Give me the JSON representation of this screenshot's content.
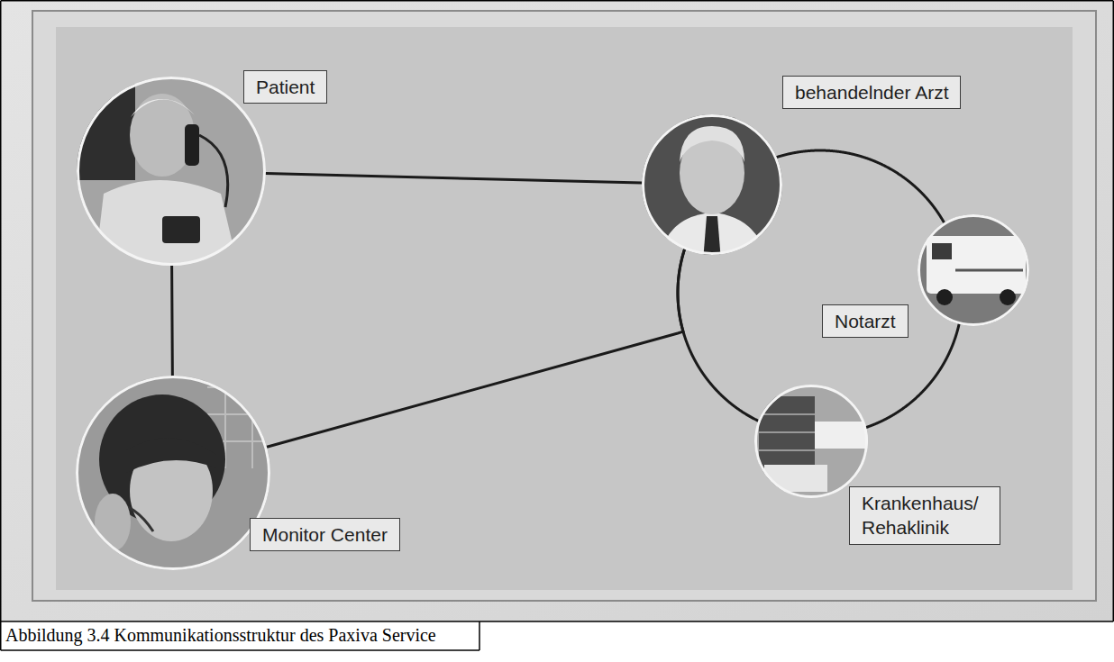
{
  "diagram": {
    "caption": "Abbildung 3.4 Kommunikationsstruktur des Paxiva Service",
    "nodes": [
      {
        "text": [
          "Patient"
        ]
      },
      {
        "text": [
          "behandelnder Arzt"
        ]
      },
      {
        "text": [
          "Notarzt"
        ]
      },
      {
        "text": [
          "Krankenhaus/ Rehaklinik"
        ]
      },
      {
        "text": [
          "Monitor Center"
        ]
      }
    ],
    "edges": [
      {
        "from": 0,
        "to": 1,
        "arrow": "none"
      },
      {
        "from": 0,
        "to": 4,
        "arrow": "none"
      },
      {
        "from": 4,
        "to": 1,
        "arrow": "none"
      },
      {
        "from": 1,
        "to": 2,
        "arrow": "none"
      },
      {
        "from": 2,
        "to": 3,
        "arrow": "none"
      },
      {
        "from": 3,
        "to": 1,
        "arrow": "none"
      }
    ]
  }
}
